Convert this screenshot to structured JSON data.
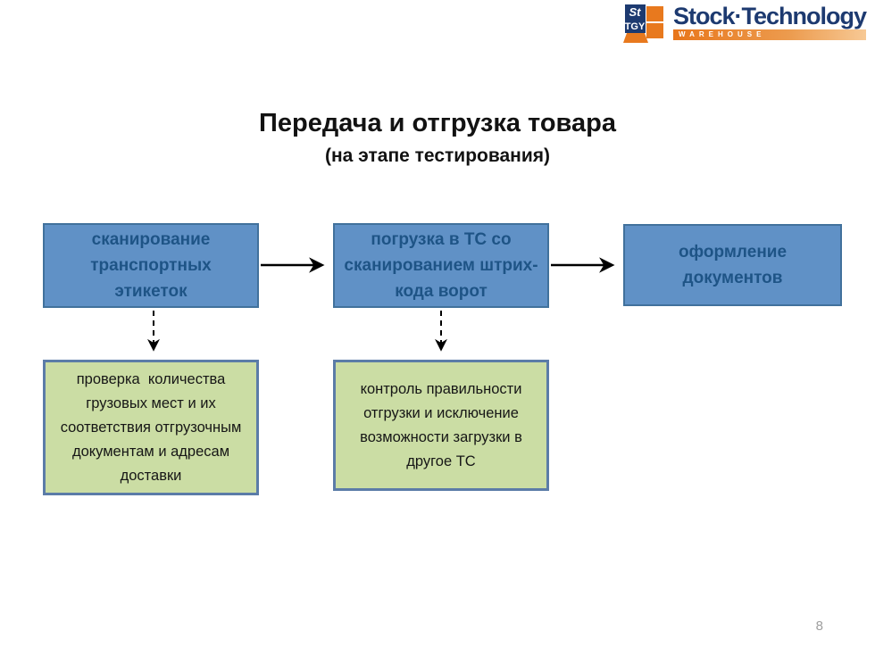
{
  "logo": {
    "icon_text_top": "St",
    "icon_text_bottom": "TGY",
    "brand": "Stock·Technology",
    "tagline": "WAREHOUSE",
    "colors": {
      "navy": "#1d3a70",
      "orange": "#e8791e"
    }
  },
  "title": "Передача и отгрузка товара",
  "subtitle": "(на этапе тестирования)",
  "flowchart": {
    "main_steps": [
      {
        "label": "сканирование транспортных этикеток"
      },
      {
        "label": "погрузка в ТС со сканированием штрих-кода ворот"
      },
      {
        "label": "оформление документов"
      }
    ],
    "sub_steps": [
      {
        "label": "проверка  количества грузовых мест и их соответствия отгрузочным документам и адресам доставки"
      },
      {
        "label": "контроль правильности отгрузки и исключение возможности загрузки в другое ТС"
      }
    ],
    "colors": {
      "step_fill": "#6091c6",
      "step_border": "#41719c",
      "step_text": "#1e5486",
      "sub_fill": "#cbdda4",
      "sub_border": "#5b7ca8",
      "arrow": "#000000"
    }
  },
  "page_number": "8"
}
